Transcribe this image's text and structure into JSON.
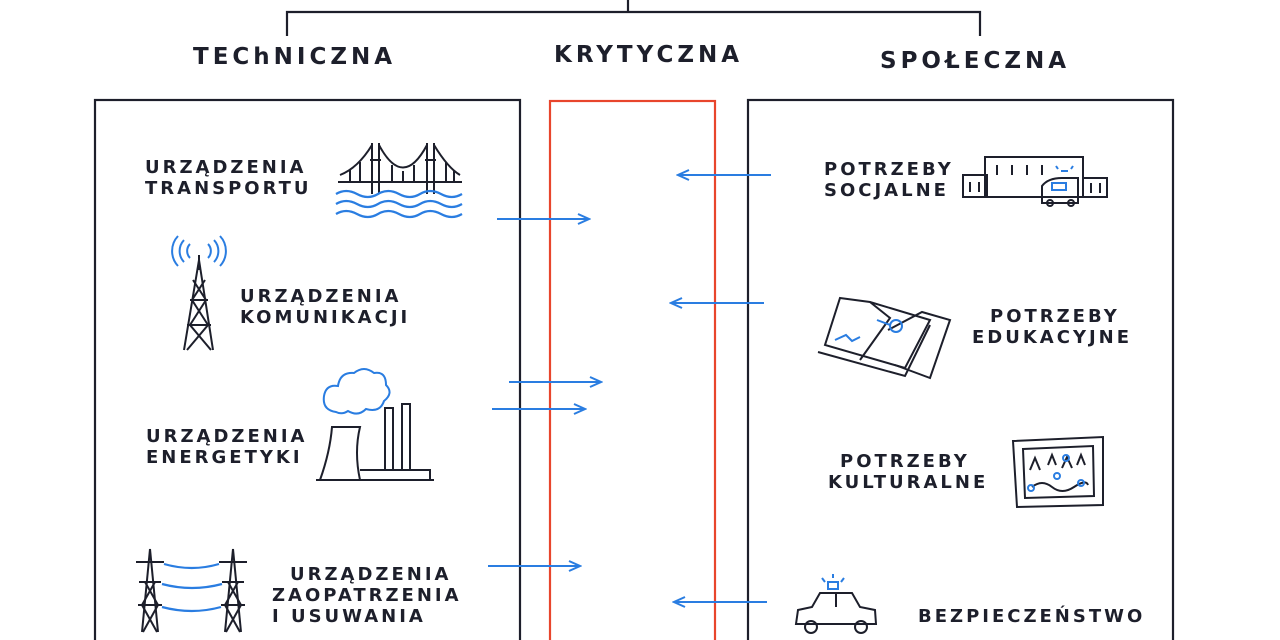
{
  "headers": {
    "technical": "TEChNICZNA",
    "critical": "KRYTYCZNA",
    "social": "SPOŁECZNA"
  },
  "technical_items": [
    {
      "line1": "URZĄDZENIA",
      "line2": "TRANSPORTU",
      "icon": "suspension-bridge-icon"
    },
    {
      "line1": "URZĄDZENIA",
      "line2": "KOMUNIKACJI",
      "icon": "radio-tower-icon"
    },
    {
      "line1": "URZĄDZENIA",
      "line2": "ENERGETYKI",
      "icon": "power-plant-icon"
    },
    {
      "line1": "URZĄDZENIA",
      "line2": "ZAOPATRZENIA",
      "line3": "I USUWANIA",
      "icon": "power-lines-icon"
    }
  ],
  "social_items": [
    {
      "line1": "POTRZEBY",
      "line2": "SOCJALNE",
      "icon": "hospital-ambulance-icon"
    },
    {
      "line1": "POTRZEBY",
      "line2": "EDUKACYJNE",
      "icon": "books-icon"
    },
    {
      "line1": "POTRZEBY",
      "line2": "KULTURALNE",
      "icon": "framed-painting-icon"
    },
    {
      "line1": "BEZPIECZEŃSTWO",
      "icon": "police-car-icon"
    }
  ],
  "colors": {
    "ink": "#1d1f2b",
    "accent_blue": "#2a7de1",
    "critical_border": "#e8452c"
  }
}
